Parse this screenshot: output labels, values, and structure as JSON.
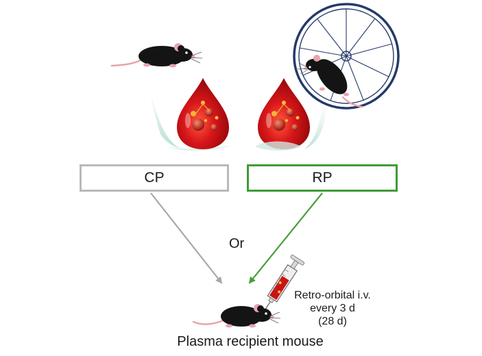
{
  "boxes": {
    "cp_label": "CP",
    "rp_label": "RP"
  },
  "connector_word": "Or",
  "injection": {
    "line1": "Retro-orbital i.v.",
    "line2": "every 3 d",
    "line3": "(28 d)"
  },
  "recipient_label": "Plasma recipient mouse",
  "colors": {
    "cp_border": "#b9b9b9",
    "rp_border": "#3d9b35",
    "blood_red": "#c81414",
    "mouse_black": "#141414",
    "mouse_pink": "#e8a3ad"
  },
  "icons": [
    "sedentary-mouse-icon",
    "running-wheel-icon",
    "wheel-runner-mouse-icon",
    "blood-drop-icon",
    "syringe-icon",
    "recipient-mouse-icon"
  ]
}
